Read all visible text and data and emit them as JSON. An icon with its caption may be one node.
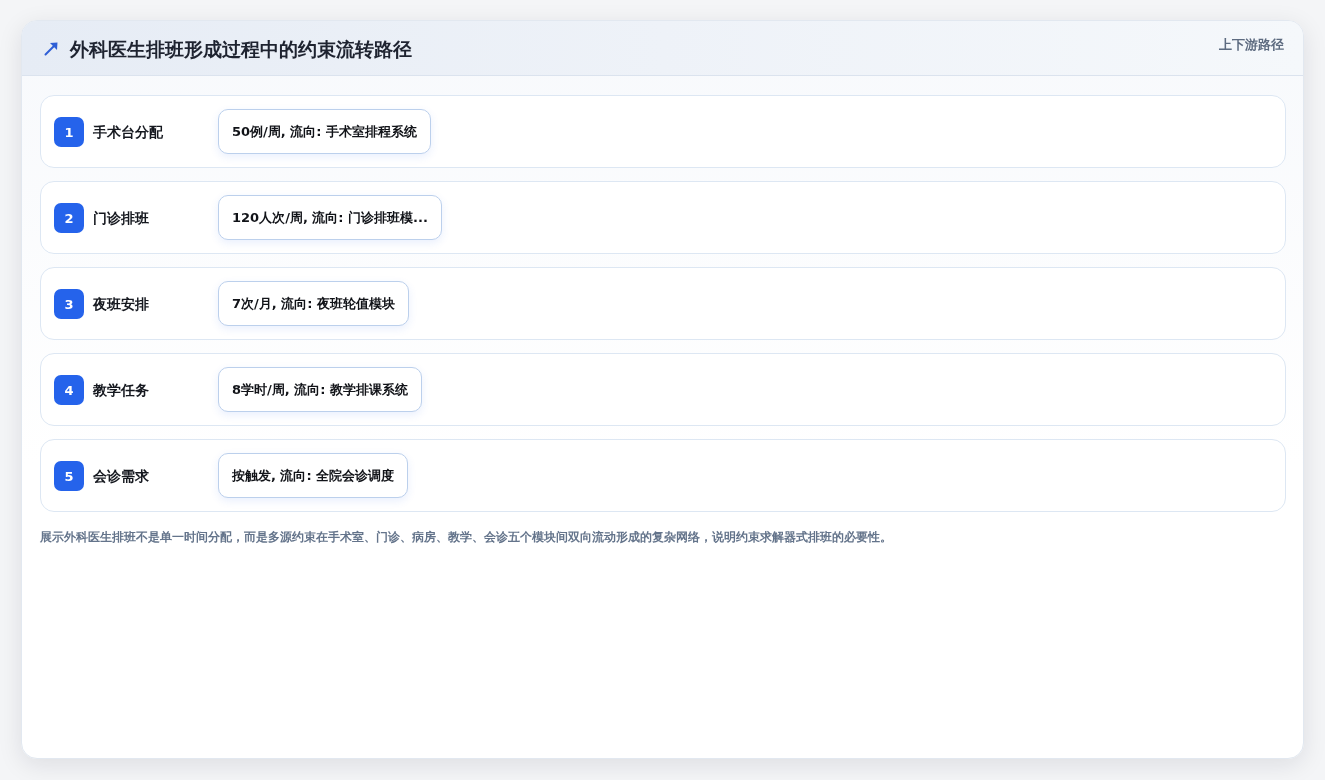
{
  "diagram": {
    "title": "外科医生排班形成过程中的约束流转路径",
    "caption": "展示外科医生排班不是单一时间分配，而是多源约束在手术室、门诊、病房、教学、会诊五个模块间双向流动形成的复杂网络，说明约束求解器式排班的必要性。",
    "labels": [
      "上下游路径"
    ],
    "nodes": [
      {
        "text": [
          "手术台分配"
        ]
      },
      {
        "text": [
          "1"
        ],
        "in": 0
      },
      {
        "text": [
          "50例/周, 流向: 手术室排程系统"
        ],
        "in": 0
      },
      {
        "text": [
          "门诊排班"
        ]
      },
      {
        "text": [
          "2"
        ],
        "in": 3
      },
      {
        "text": [
          "120人次/周, 流向: 门诊排班模..."
        ],
        "in": 3
      },
      {
        "text": [
          "夜班安排"
        ]
      },
      {
        "text": [
          "3"
        ],
        "in": 6
      },
      {
        "text": [
          "7次/月, 流向: 夜班轮值模块"
        ],
        "in": 6
      },
      {
        "text": [
          "教学任务"
        ]
      },
      {
        "text": [
          "4"
        ],
        "in": 9
      },
      {
        "text": [
          "8学时/周, 流向: 教学排课系统"
        ],
        "in": 9
      },
      {
        "text": [
          "会诊需求"
        ]
      },
      {
        "text": [
          "5"
        ],
        "in": 12
      },
      {
        "text": [
          "按触发, 流向: 全院会诊调度"
        ],
        "in": 12
      }
    ]
  }
}
